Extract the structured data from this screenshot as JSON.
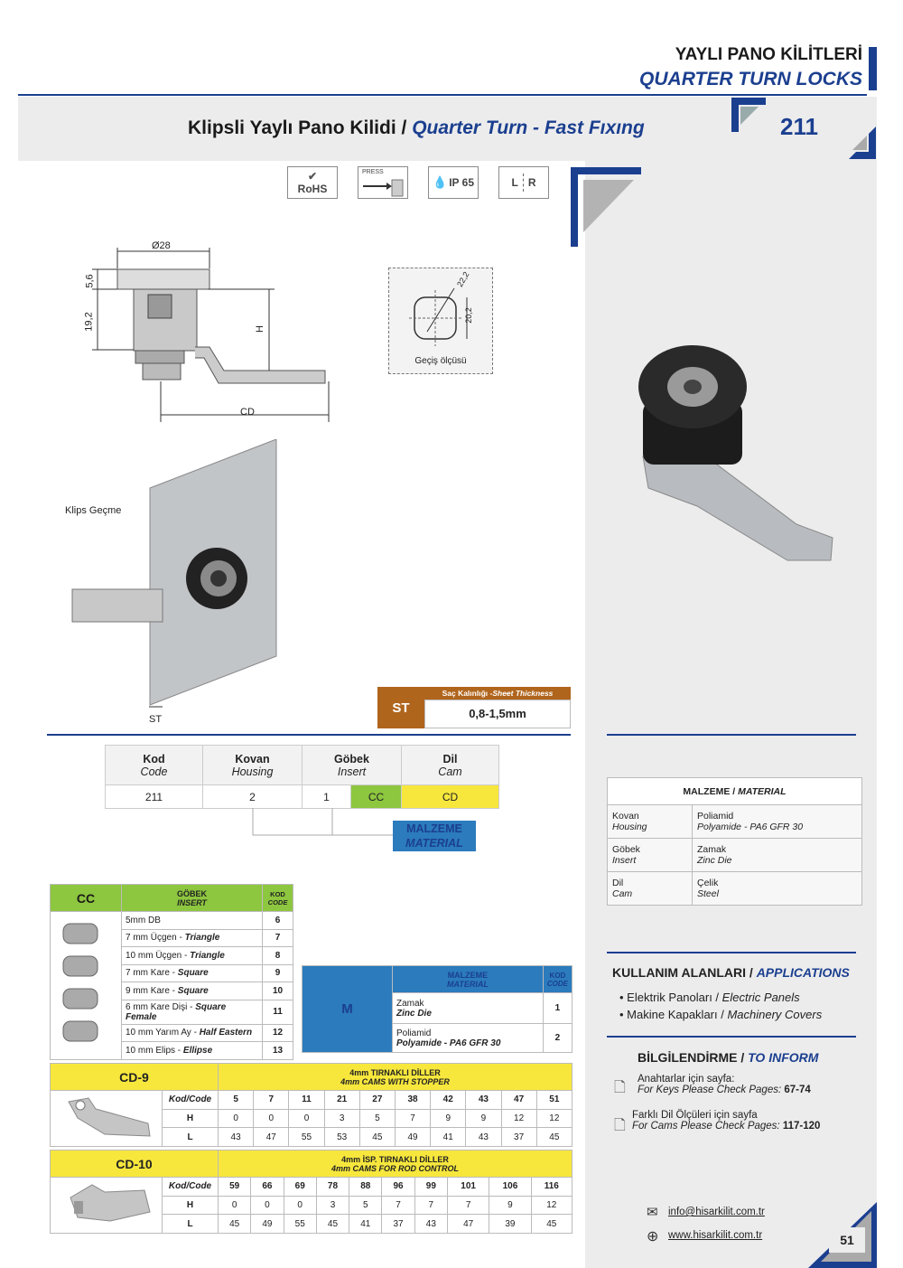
{
  "header": {
    "title_tr": "YAYLI PANO KİLİTLERİ",
    "title_en": "QUARTER TURN LOCKS"
  },
  "product": {
    "title_tr": "Klipsli Yaylı Pano Kilidi /",
    "title_en": "Quarter Turn - Fast Fıxıng",
    "code": "211"
  },
  "badges": {
    "rohs": "RoHS",
    "press": "PRESS",
    "ip": "IP 65",
    "lr_l": "L",
    "lr_r": "R"
  },
  "drawing": {
    "diameter": "Ø28",
    "dim1": "5,6",
    "dim2": "19,2",
    "h": "H",
    "cd": "CD",
    "cutout_a": "22,2",
    "cutout_b": "20,2",
    "cutout_label": "Geçiş ölçüsü",
    "clip_label": "Klips Geçme",
    "st": "ST"
  },
  "sheet": {
    "code": "ST",
    "title_tr": "Saç Kalınlığı -",
    "title_en": "Sheet Thickness",
    "value": "0,8-1,5mm"
  },
  "code_table": {
    "headers": [
      {
        "tr": "Kod",
        "en": "Code"
      },
      {
        "tr": "Kovan",
        "en": "Housing"
      },
      {
        "tr": "Göbek",
        "en": "Insert"
      },
      {
        "tr": "Dil",
        "en": "Cam"
      }
    ],
    "values": [
      "211",
      "2",
      "1",
      "CC",
      "CD"
    ],
    "material_tr": "MALZEME",
    "material_en": "MATERIAL"
  },
  "insert_table": {
    "code": "CC",
    "h_tr": "GÖBEK",
    "h_en": "INSERT",
    "h_kod": "KOD",
    "h_code": "CODE",
    "rows": [
      {
        "tr": "5mm DB",
        "en": "",
        "kod": "6"
      },
      {
        "tr": "7 mm Üçgen - ",
        "en": "Triangle",
        "kod": "7"
      },
      {
        "tr": "10 mm Üçgen - ",
        "en": "Triangle",
        "kod": "8"
      },
      {
        "tr": "7 mm Kare - ",
        "en": "Square",
        "kod": "9"
      },
      {
        "tr": "9 mm Kare - ",
        "en": "Square",
        "kod": "10"
      },
      {
        "tr": "6 mm Kare Dişi - ",
        "en": "Square Female",
        "kod": "11"
      },
      {
        "tr": "10 mm Yarım Ay  - ",
        "en": "Half Eastern",
        "kod": "12"
      },
      {
        "tr": "10 mm Elips - ",
        "en": "Ellipse",
        "kod": "13"
      }
    ]
  },
  "m_table": {
    "code": "M",
    "h_tr": "MALZEME",
    "h_en": "MATERIAL",
    "h_kod": "KOD",
    "h_code": "CODE",
    "rows": [
      {
        "tr": "Zamak",
        "en": "Zinc Die",
        "kod": "1"
      },
      {
        "tr": "Poliamid",
        "en": "Polyamide - PA6 GFR 30",
        "kod": "2"
      }
    ]
  },
  "cd9": {
    "code": "CD-9",
    "title_tr": "4mm TIRNAKLI DİLLER",
    "title_en": "4mm CAMS WITH STOPPER",
    "row_labels": [
      "Kod/Code",
      "H",
      "L"
    ],
    "kod": [
      "5",
      "7",
      "11",
      "21",
      "27",
      "38",
      "42",
      "43",
      "47",
      "51"
    ],
    "h": [
      "0",
      "0",
      "0",
      "3",
      "5",
      "7",
      "9",
      "9",
      "12",
      "12"
    ],
    "l": [
      "43",
      "47",
      "55",
      "53",
      "45",
      "49",
      "41",
      "43",
      "37",
      "45"
    ]
  },
  "cd10": {
    "code": "CD-10",
    "title_tr": "4mm İSP. TIRNAKLI DİLLER",
    "title_en": "4mm CAMS FOR ROD CONTROL",
    "row_labels": [
      "Kod/Code",
      "H",
      "L"
    ],
    "kod": [
      "59",
      "66",
      "69",
      "78",
      "88",
      "96",
      "99",
      "101",
      "106",
      "116"
    ],
    "h": [
      "0",
      "0",
      "0",
      "3",
      "5",
      "7",
      "7",
      "7",
      "9",
      "12"
    ],
    "l": [
      "45",
      "49",
      "55",
      "45",
      "41",
      "37",
      "43",
      "47",
      "39",
      "45"
    ]
  },
  "material": {
    "title_tr": "MALZEME /",
    "title_en": "MATERIAL",
    "rows": [
      {
        "k_tr": "Kovan",
        "k_en": "Housing",
        "v_tr": "Poliamid",
        "v_en": "Polyamide - PA6 GFR 30"
      },
      {
        "k_tr": "Göbek",
        "k_en": "Insert",
        "v_tr": "Zamak",
        "v_en": "Zinc Die"
      },
      {
        "k_tr": "Dil",
        "k_en": "Cam",
        "v_tr": "Çelik",
        "v_en": "Steel"
      }
    ]
  },
  "applications": {
    "title_tr": "KULLANIM ALANLARI /",
    "title_en": "APPLICATIONS",
    "items": [
      {
        "tr": "Elektrik Panoları / ",
        "en": "Electric Panels"
      },
      {
        "tr": "Makine Kapakları / ",
        "en": "Machinery Covers"
      }
    ]
  },
  "inform": {
    "title_tr": "BİLGİLENDİRME /",
    "title_en": "TO INFORM",
    "items": [
      {
        "tr": "Anahtarlar için sayfa:",
        "en": "For Keys Please Check Pages: ",
        "pages": "67-74"
      },
      {
        "tr": "Farklı Dil Ölçüleri için sayfa",
        "en": "For Cams Please Check Pages: ",
        "pages": "117-120"
      }
    ]
  },
  "contact": {
    "email": "info@hisarkilit.com.tr",
    "web": "www.hisarkilit.com.tr"
  },
  "page_number": "51",
  "colors": {
    "blue": "#1b3f8f",
    "green": "#8dc63f",
    "yellow": "#f7e73d",
    "brown": "#b0651d",
    "mblue": "#2b7bbd"
  }
}
